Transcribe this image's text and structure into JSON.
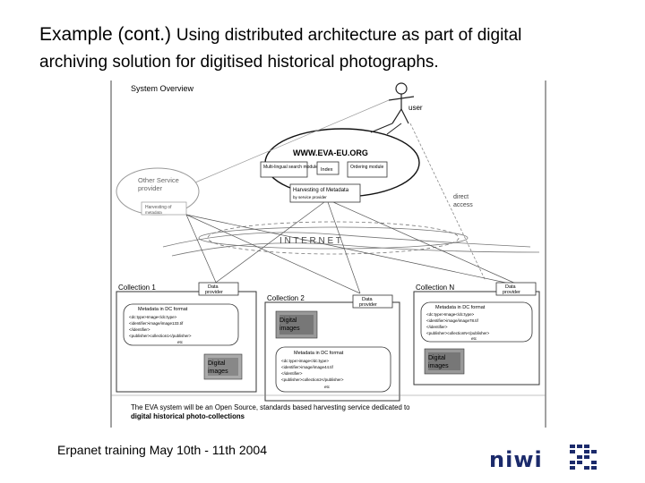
{
  "slide": {
    "title_part1": "Example (cont.) ",
    "title_part2": "Using distributed architecture as part of digital",
    "title_line2": "archiving solution for digitised historical photographs.",
    "footer": "Erpanet training May 10th - 11th 2004",
    "logo_text": "niwi"
  },
  "diagram": {
    "system_overview": "System Overview",
    "user": "user",
    "eva_site": "WWW.EVA-EU.ORG",
    "multilingual_search": "Multi-lingual search module",
    "index": "Index",
    "ordering_module": "Ordering module",
    "harvesting_metadata": "Harvesting of Metadata",
    "harvesting_sub": "by service provider",
    "other_service_provider_line1": "Other Service",
    "other_service_provider_line2": "provider",
    "other_harvesting_line1": "Harvesting of",
    "other_harvesting_line2": "metadata",
    "direct_access_line1": "direct",
    "direct_access_line2": "access",
    "internet": "I N T E R N E T",
    "collection1": "Collection 1",
    "collection2": "Collection 2",
    "collectionN": "Collection N",
    "data_provider_line1": "Data",
    "data_provider_line2": "provider",
    "metadata_dc": "Metadata in DC format",
    "c1_code": [
      "<dc:type>Image</dc:type>",
      "<identifier>image/image133.tif",
      "</identifier>",
      "<publisher>collection1</publisher>",
      "etc"
    ],
    "c2_code": [
      "<dc:type>image</dc:type>",
      "<identifier>image/image44.tif",
      "</identifier>",
      "<publisher>collection2</publisher>",
      "etc"
    ],
    "cN_code": [
      "<dc:type>Image</dc:type>",
      "<identifier>image/image78.tif",
      "</identifier>",
      "<publisher>collectionN</publisher>",
      "etc"
    ],
    "digital_images_line1": "Digital",
    "digital_images_line2": "images",
    "bottom_line1": "The EVA system will be an Open Source, standards based harvesting service dedicated to",
    "bottom_line2": "digital historical photo-collections"
  },
  "colors": {
    "logo": "#1b2a6b",
    "diagram_bg": "#ffffff",
    "sketch": "#333333"
  }
}
